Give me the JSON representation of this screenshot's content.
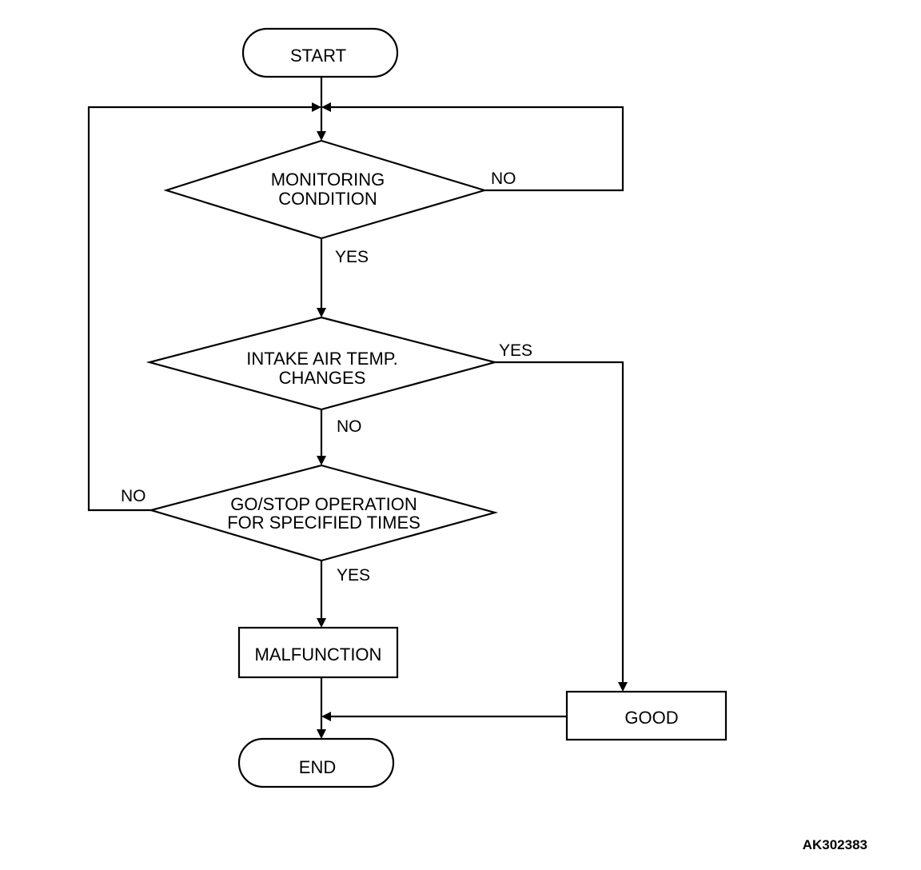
{
  "nodes": {
    "start": {
      "label": "START"
    },
    "monitoring": {
      "line1": "MONITORING",
      "line2": "CONDITION"
    },
    "intake": {
      "line1": "INTAKE AIR TEMP.",
      "line2": "CHANGES"
    },
    "gostop": {
      "line1": "GO/STOP OPERATION",
      "line2": "FOR SPECIFIED TIMES"
    },
    "malfunction": {
      "label": "MALFUNCTION"
    },
    "good": {
      "label": "GOOD"
    },
    "end": {
      "label": "END"
    }
  },
  "edges": {
    "monitoring_no": "NO",
    "monitoring_yes": "YES",
    "intake_yes": "YES",
    "intake_no": "NO",
    "gostop_no": "NO",
    "gostop_yes": "YES"
  },
  "figure_code": "AK302383"
}
